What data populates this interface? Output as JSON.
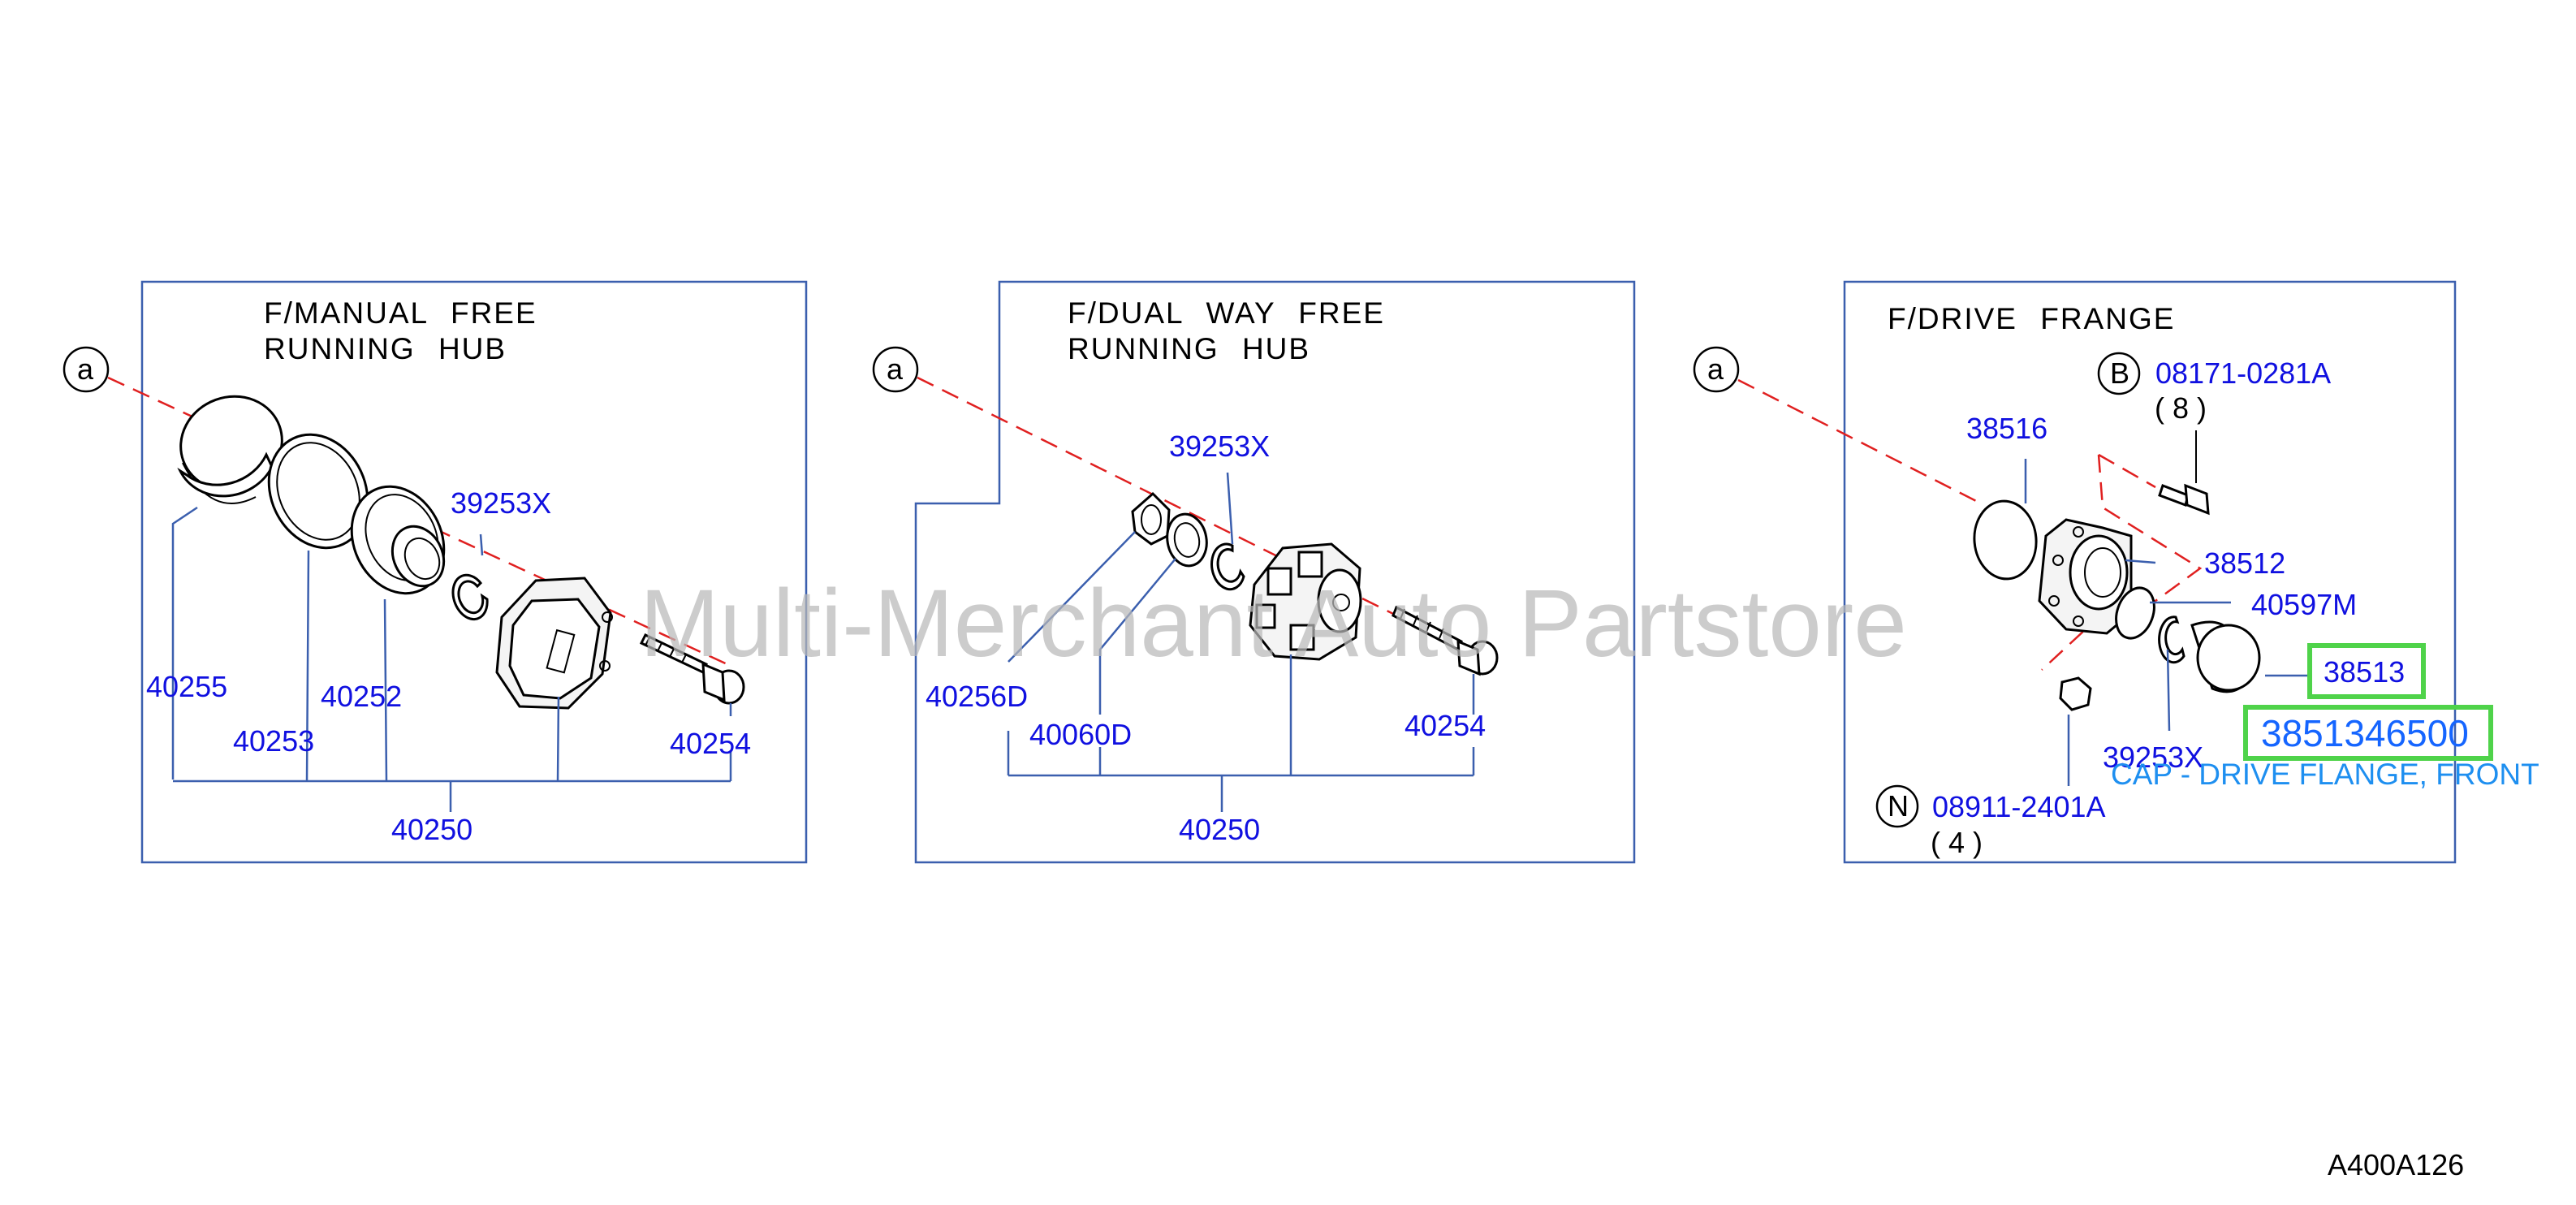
{
  "panels": {
    "manual": {
      "title_line1": "F/MANUAL  FREE",
      "title_line2": "RUNNING  HUB",
      "callout": "a",
      "labels": {
        "p40255": "40255",
        "p40253": "40253",
        "p40252": "40252",
        "p39253x": "39253X",
        "p40254": "40254",
        "p40250": "40250"
      }
    },
    "dual": {
      "title_line1": "F/DUAL  WAY  FREE",
      "title_line2": "RUNNING  HUB",
      "callout": "a",
      "labels": {
        "p39253x": "39253X",
        "p40256d": "40256D",
        "p40060d": "40060D",
        "p40254": "40254",
        "p40250": "40250"
      }
    },
    "drive": {
      "title": "F/DRIVE  FRANGE",
      "callout": "a",
      "bolt_marker": "B",
      "bolt_part": "08171-0281A",
      "bolt_qty": "( 8 )",
      "nut_marker": "N",
      "nut_part": "08911-2401A",
      "nut_qty": "( 4 )",
      "labels": {
        "p38516": "38516",
        "p38512": "38512",
        "p40597m": "40597M",
        "p38513": "38513",
        "p39253x": "39253X"
      },
      "highlight_part_number": "3851346500",
      "highlight_description": "CAP - DRIVE FLANGE, FRONT"
    }
  },
  "watermark": "Multi-Merchant Auto Partstore",
  "diagram_code": "A400A126",
  "colors": {
    "label": "#1010e0",
    "frame": "#3b5fae",
    "dashed_axis": "#e02020",
    "highlight_box": "#4fd34a",
    "highlight_text": "#1565ff",
    "description_text": "#1e8ff0"
  }
}
